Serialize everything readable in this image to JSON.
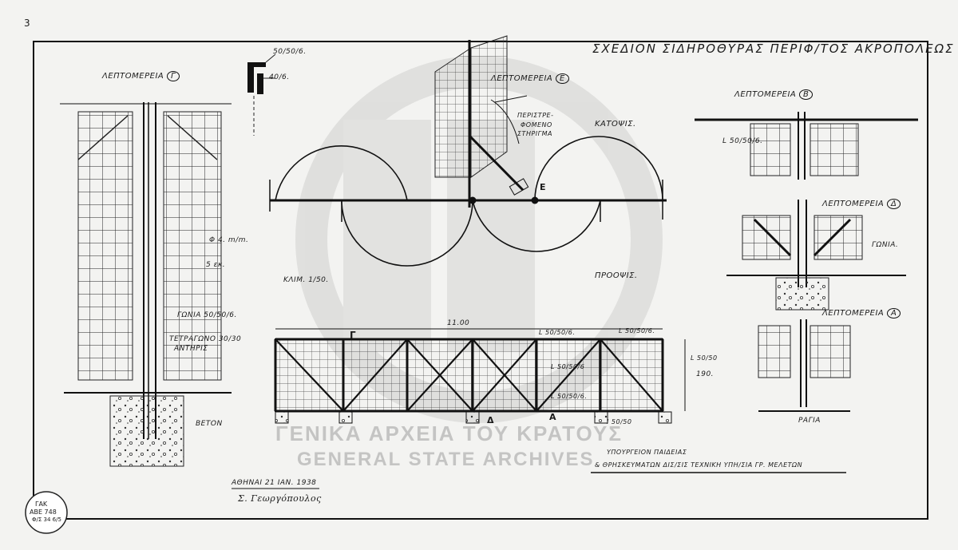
{
  "title": "ΣΧΕΔΙΟΝ ΣΙΔΗΡΟΘΥΡΑΣ ΠΕΡΙΦ/ΤΟΣ ΑΚΡΟΠΟΛΕΩΣ",
  "page_corner_number": "3",
  "details": {
    "gamma": "ΛΕΠΤΟΜΕΡΕΙΑ",
    "gamma_letter": "Γ",
    "epsilon": "ΛΕΠΤΟΜΕΡΕΙΑ",
    "epsilon_letter": "Ε",
    "beta": "ΛΕΠΤΟΜΕΡΕΙΑ",
    "beta_letter": "Β",
    "delta": "ΛΕΠΤΟΜΕΡΕΙΑ",
    "delta_letter": "Δ",
    "alpha": "ΛΕΠΤΟΜΕΡΕΙΑ",
    "alpha_letter": "Α"
  },
  "profile_labels": {
    "top": "50/50/6.",
    "side": "40/6."
  },
  "plan": {
    "title": "ΚΑΤΟΨΙΣ.",
    "scale": "ΚΛΙΜ. 1/50.",
    "pivot_note_1": "ΠΕΡΙΣΤΡΕ-",
    "pivot_note_2": "ΦΟΜΕΝΟ",
    "pivot_note_3": "ΣΤΗΡΙΓΜΑ",
    "e_mark": "Ε"
  },
  "elevation": {
    "title": "ΠΡΟΟΨΙΣ.",
    "width_dim": "11.00",
    "height_dim": "190.",
    "gamma_mark": "Γ",
    "labels": [
      "L 50/50/6.",
      "L 50/50/6.",
      "L 50/50/6",
      "L 50/50/6.",
      "L 50/50",
      "I 50/50"
    ],
    "bottom_a": "Α",
    "bottom_delta": "Δ"
  },
  "detail_gamma": {
    "phi": "Φ 4. m/m.",
    "spacing": "5 εκ.",
    "gonia": "ΓΩΝΙΑ 50/50/6.",
    "tetragono_1": "ΤΕΤΡΑΓΩΝΟ 30/30",
    "tetragono_2": "ΑΝΤΗΡΙΣ",
    "beton": "ΒΕΤΟΝ"
  },
  "detail_beta": {
    "label": "L 50/50/6."
  },
  "detail_delta": {
    "label": "ΓΩΝΙΑ."
  },
  "detail_alpha": {
    "label": "ΡΑΓΙΑ"
  },
  "footer": {
    "ministry": "ΥΠΟΥΡΓΕΙΟΝ ΠΑΙΔΕΙΑΣ",
    "dept": "& ΘΡΗΣΚΕΥΜΑΤΩΝ ΔΙΣ/ΣΙΣ ΤΕΧΝΙΚΗ ΥΠΗ/ΣΙΑ ΓΡ. ΜΕΛΕΤΩΝ",
    "date": "ΑΘΗΝΑΙ 21 ΙΑΝ. 1938",
    "signature": "Σ. Γεωργόπουλος"
  },
  "watermark": {
    "line1": "ΓΕΝΙΚΑ ΑΡΧΕΙΑ ΤΟΥ ΚΡΑΤΟΥΣ",
    "line2": "GENERAL STATE ARCHIVES"
  },
  "stamp": {
    "line1": "ΓΑΚ",
    "line2": "ΑΒΕ 748",
    "line3": "Φ/Σ 34 6/5"
  }
}
